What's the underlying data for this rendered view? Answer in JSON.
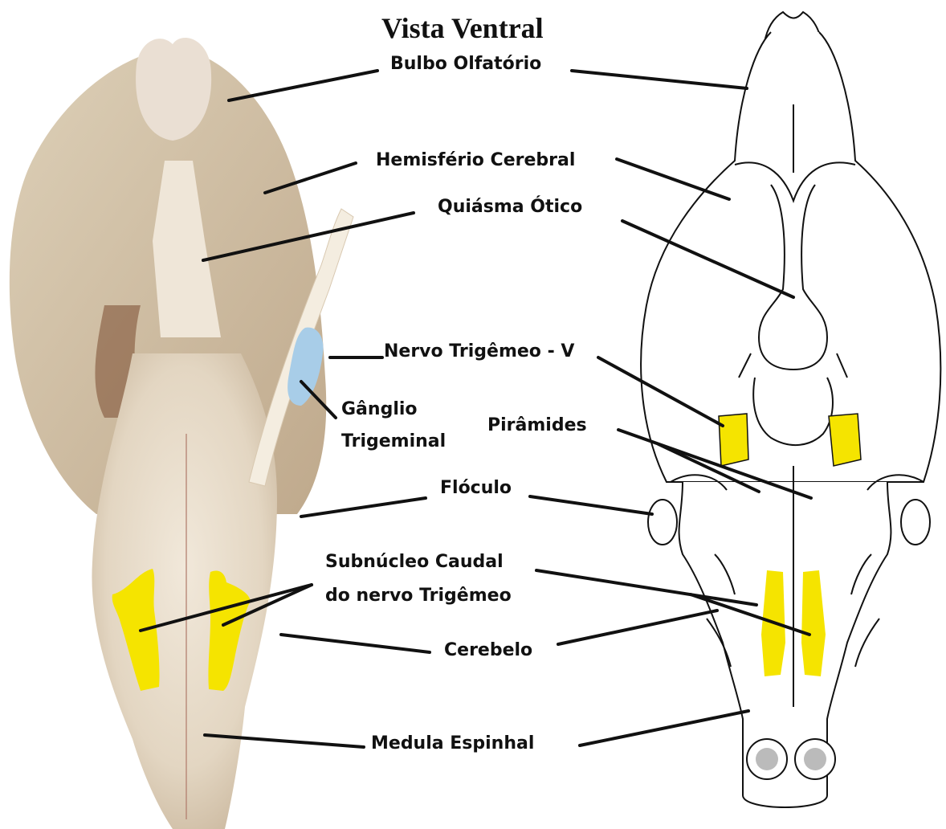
{
  "title": "Vista Ventral",
  "labels": {
    "bulbo": "Bulbo Olfatório",
    "hemisferio": "Hemisfério Cerebral",
    "quiasma": "Quiásma Ótico",
    "nervo_trigemeo": "Nervo Trigêmeo  - V",
    "ganglio_line1": "Gânglio",
    "ganglio_line2": "Trigeminal",
    "piramides": "Pirâmides",
    "floculo": "Flóculo",
    "subnucleo_line1": "Subnúcleo Caudal",
    "subnucleo_line2": "do nervo Trigêmeo",
    "cerebelo": "Cerebelo",
    "medula": "Medula Espinhal"
  },
  "colors": {
    "highlight_yellow": "#f5e400",
    "ganglion_blue": "#a8cde8",
    "tissue": "#e8dccb",
    "leader": "#111111"
  }
}
